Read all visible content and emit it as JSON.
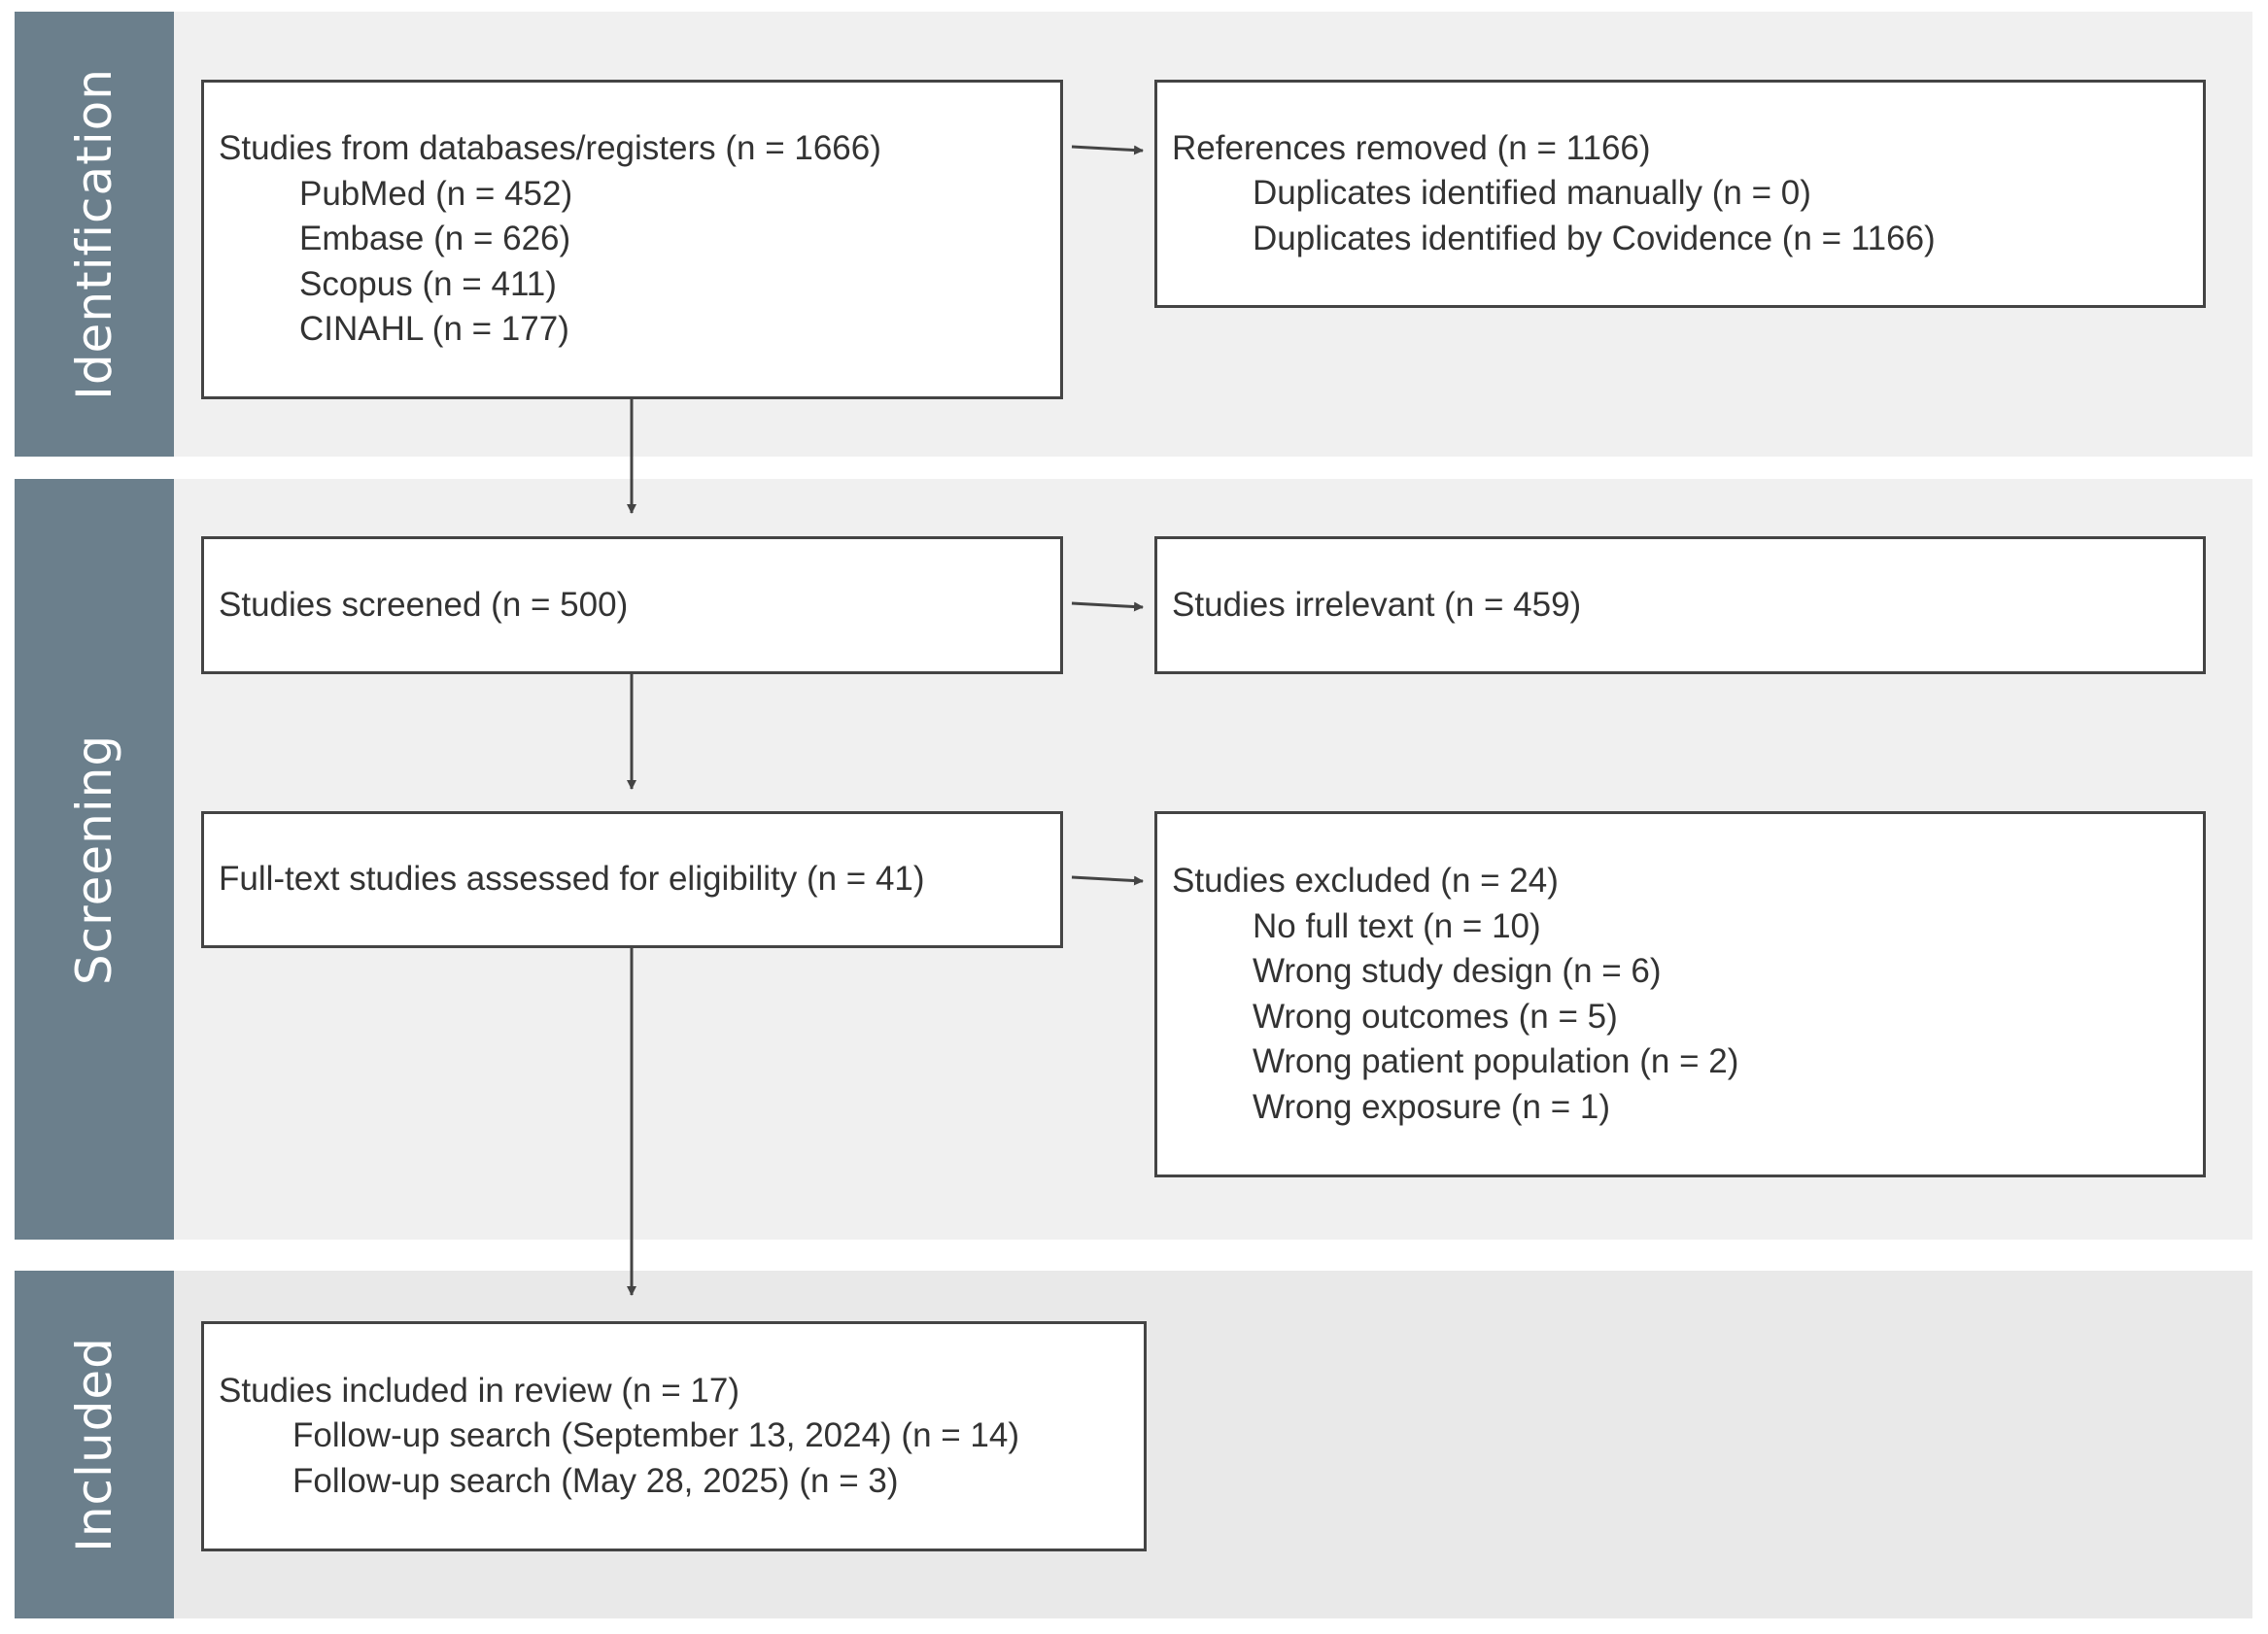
{
  "phases": {
    "identification": "Identification",
    "screening": "Screening",
    "included": "Included"
  },
  "colors": {
    "phase_label_bg": "#6b7f8c",
    "band_bg": "#f0f0f0",
    "included_band_bg": "#e9e9e9",
    "box_border": "#444444"
  },
  "boxes": {
    "databases": {
      "title": "Studies from databases/registers (n = 1666)",
      "items": [
        "PubMed (n = 452)",
        "Embase (n = 626)",
        "Scopus (n = 411)",
        "CINAHL (n = 177)"
      ]
    },
    "removed": {
      "title": "References removed (n = 1166)",
      "items": [
        "Duplicates identified manually (n = 0)",
        "Duplicates identified by Covidence (n = 1166)"
      ]
    },
    "screened": {
      "title": "Studies screened (n = 500)"
    },
    "irrelevant": {
      "title": "Studies irrelevant (n = 459)"
    },
    "fulltext": {
      "title": "Full-text studies assessed for eligibility (n = 41)"
    },
    "excluded": {
      "title": "Studies excluded (n = 24)",
      "items": [
        "No full text (n = 10)",
        "Wrong study design (n = 6)",
        "Wrong outcomes (n = 5)",
        "Wrong patient population (n = 2)",
        "Wrong exposure (n = 1)"
      ]
    },
    "included": {
      "title": "Studies included in review (n = 17)",
      "items": [
        "Follow-up search (September 13, 2024) (n = 14)",
        "Follow-up search (May 28, 2025) (n = 3)"
      ]
    }
  }
}
